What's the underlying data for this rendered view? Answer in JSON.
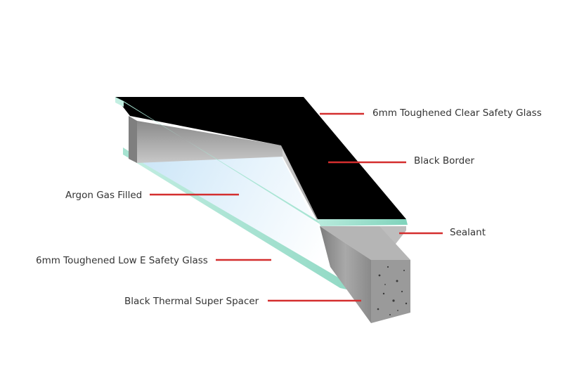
{
  "labels": {
    "outer_glass": "6mm Toughened Clear Safety Glass",
    "black_border": "Black Border",
    "argon": "Argon Gas Filled",
    "sealant": "Sealant",
    "inner_glass": "6mm Toughened Low E Safety Glass",
    "spacer": "Black Thermal Super Spacer"
  },
  "colors": {
    "leader": "#d42e2e",
    "black_border": "#000000",
    "glass_edge": "#8fd9c4",
    "text": "#333333"
  }
}
